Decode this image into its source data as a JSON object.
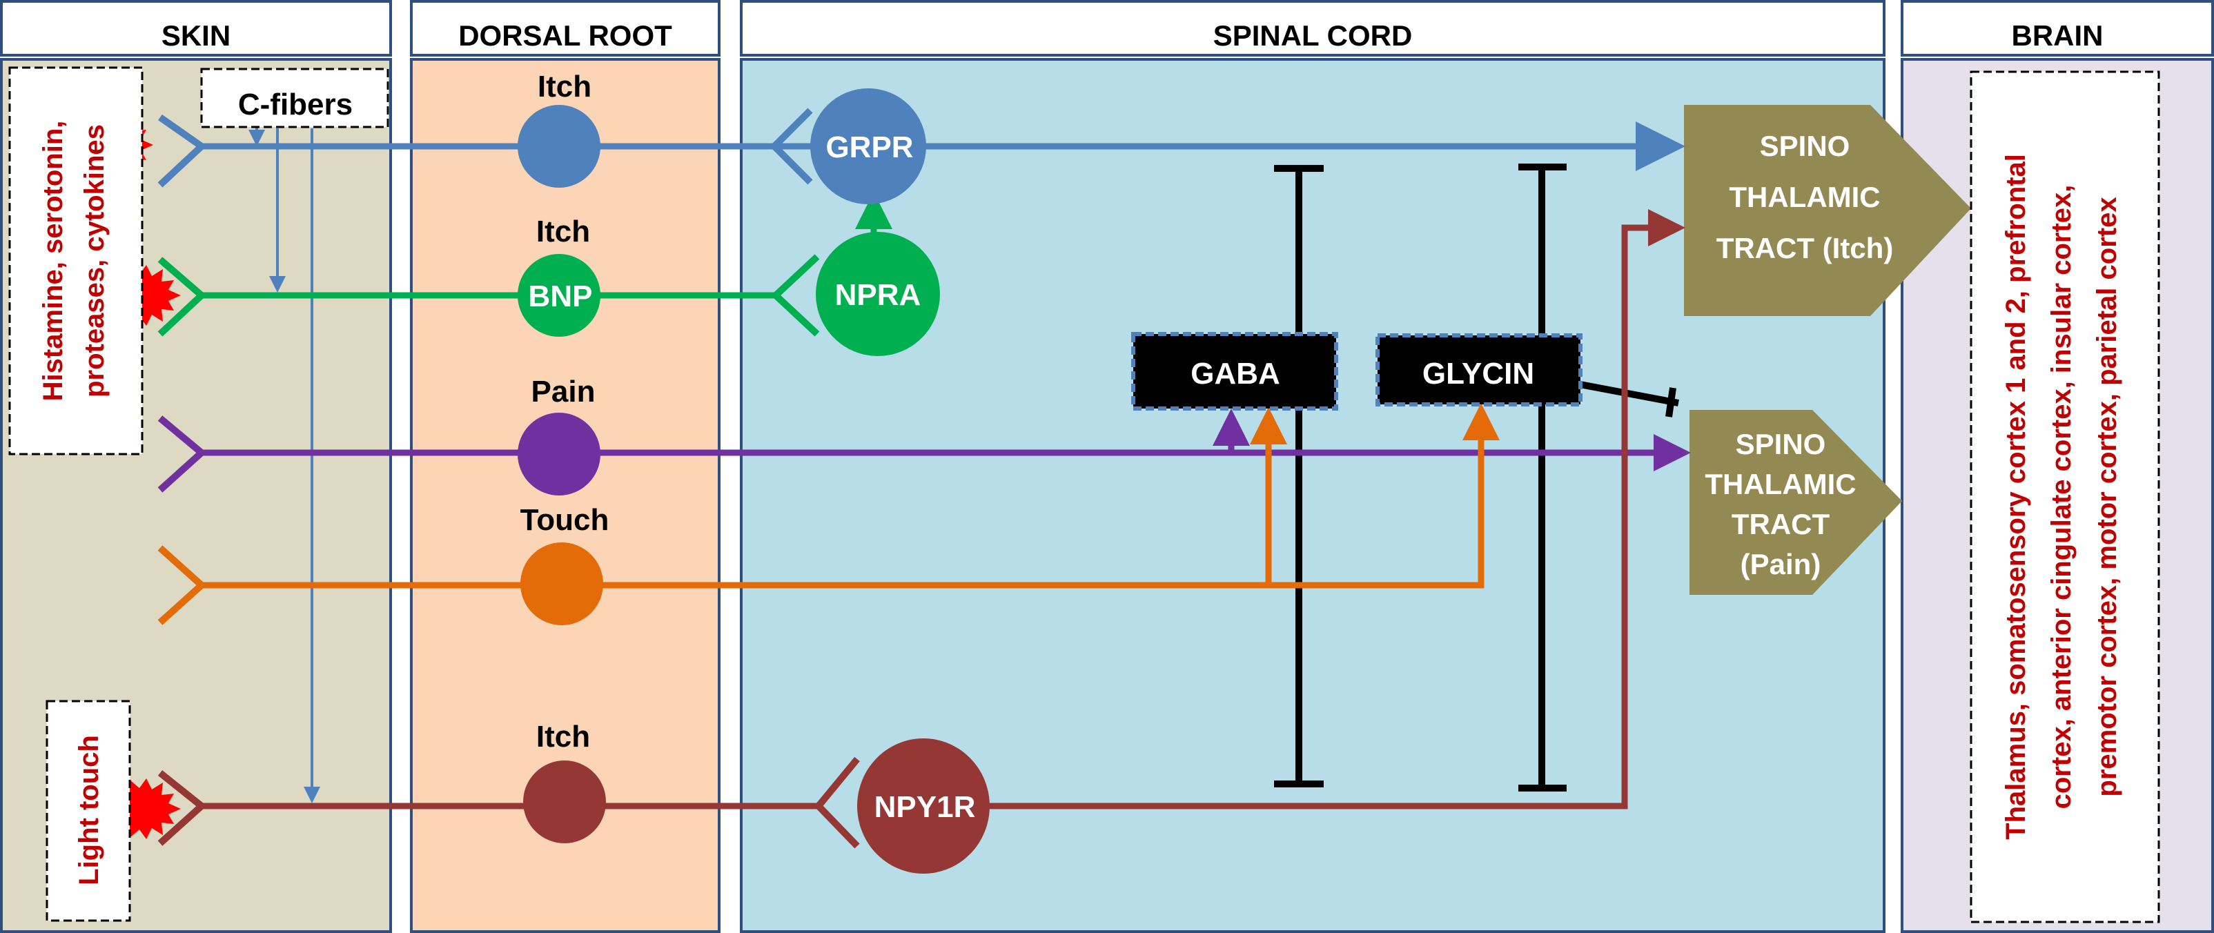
{
  "headers": {
    "skin": "SKIN",
    "dorsal_root": "DORSAL ROOT",
    "spinal_cord": "SPINAL CORD",
    "brain": "BRAIN"
  },
  "skin": {
    "c_fibers": "C-fibers",
    "stimuli_top": [
      "Histamine, serotonin,",
      "proteases, cytokines"
    ],
    "stimuli_bottom": "Light touch"
  },
  "dorsal_root": {
    "itch_1": "Itch",
    "itch_2": "Itch",
    "pain": "Pain",
    "touch": "Touch",
    "itch_3": "Itch",
    "bnp": "BNP"
  },
  "spinal_cord": {
    "grpr": "GRPR",
    "npra": "NPRA",
    "npy1r": "NPY1R",
    "gaba": "GABA",
    "glycin": "GLYCIN"
  },
  "tracts": {
    "itch": [
      "SPINO",
      "THALAMIC",
      "TRACT (Itch)"
    ],
    "pain": [
      "SPINO",
      "THALAMIC",
      "TRACT",
      "(Pain)"
    ]
  },
  "brain": {
    "regions": [
      "Thalamus, somatosensory cortex 1 and 2, prefrontal",
      "cortex, anterior cingulate cortex, insular cortex,",
      "premotor cortex, motor cortex, parietal cortex"
    ]
  },
  "colors": {
    "itch_blue": "#4f81bd",
    "bnp_green": "#00b050",
    "pain_purple": "#7030a0",
    "touch_orange": "#e36c09",
    "light_touch_red": "#953735",
    "tract_olive": "#938953",
    "skin_bg": "#ddd9c3",
    "dorsal_bg": "#fbd5b5",
    "cord_bg": "#b7dee8",
    "brain_bg": "#e5e0ec",
    "label_red": "#c00000"
  }
}
